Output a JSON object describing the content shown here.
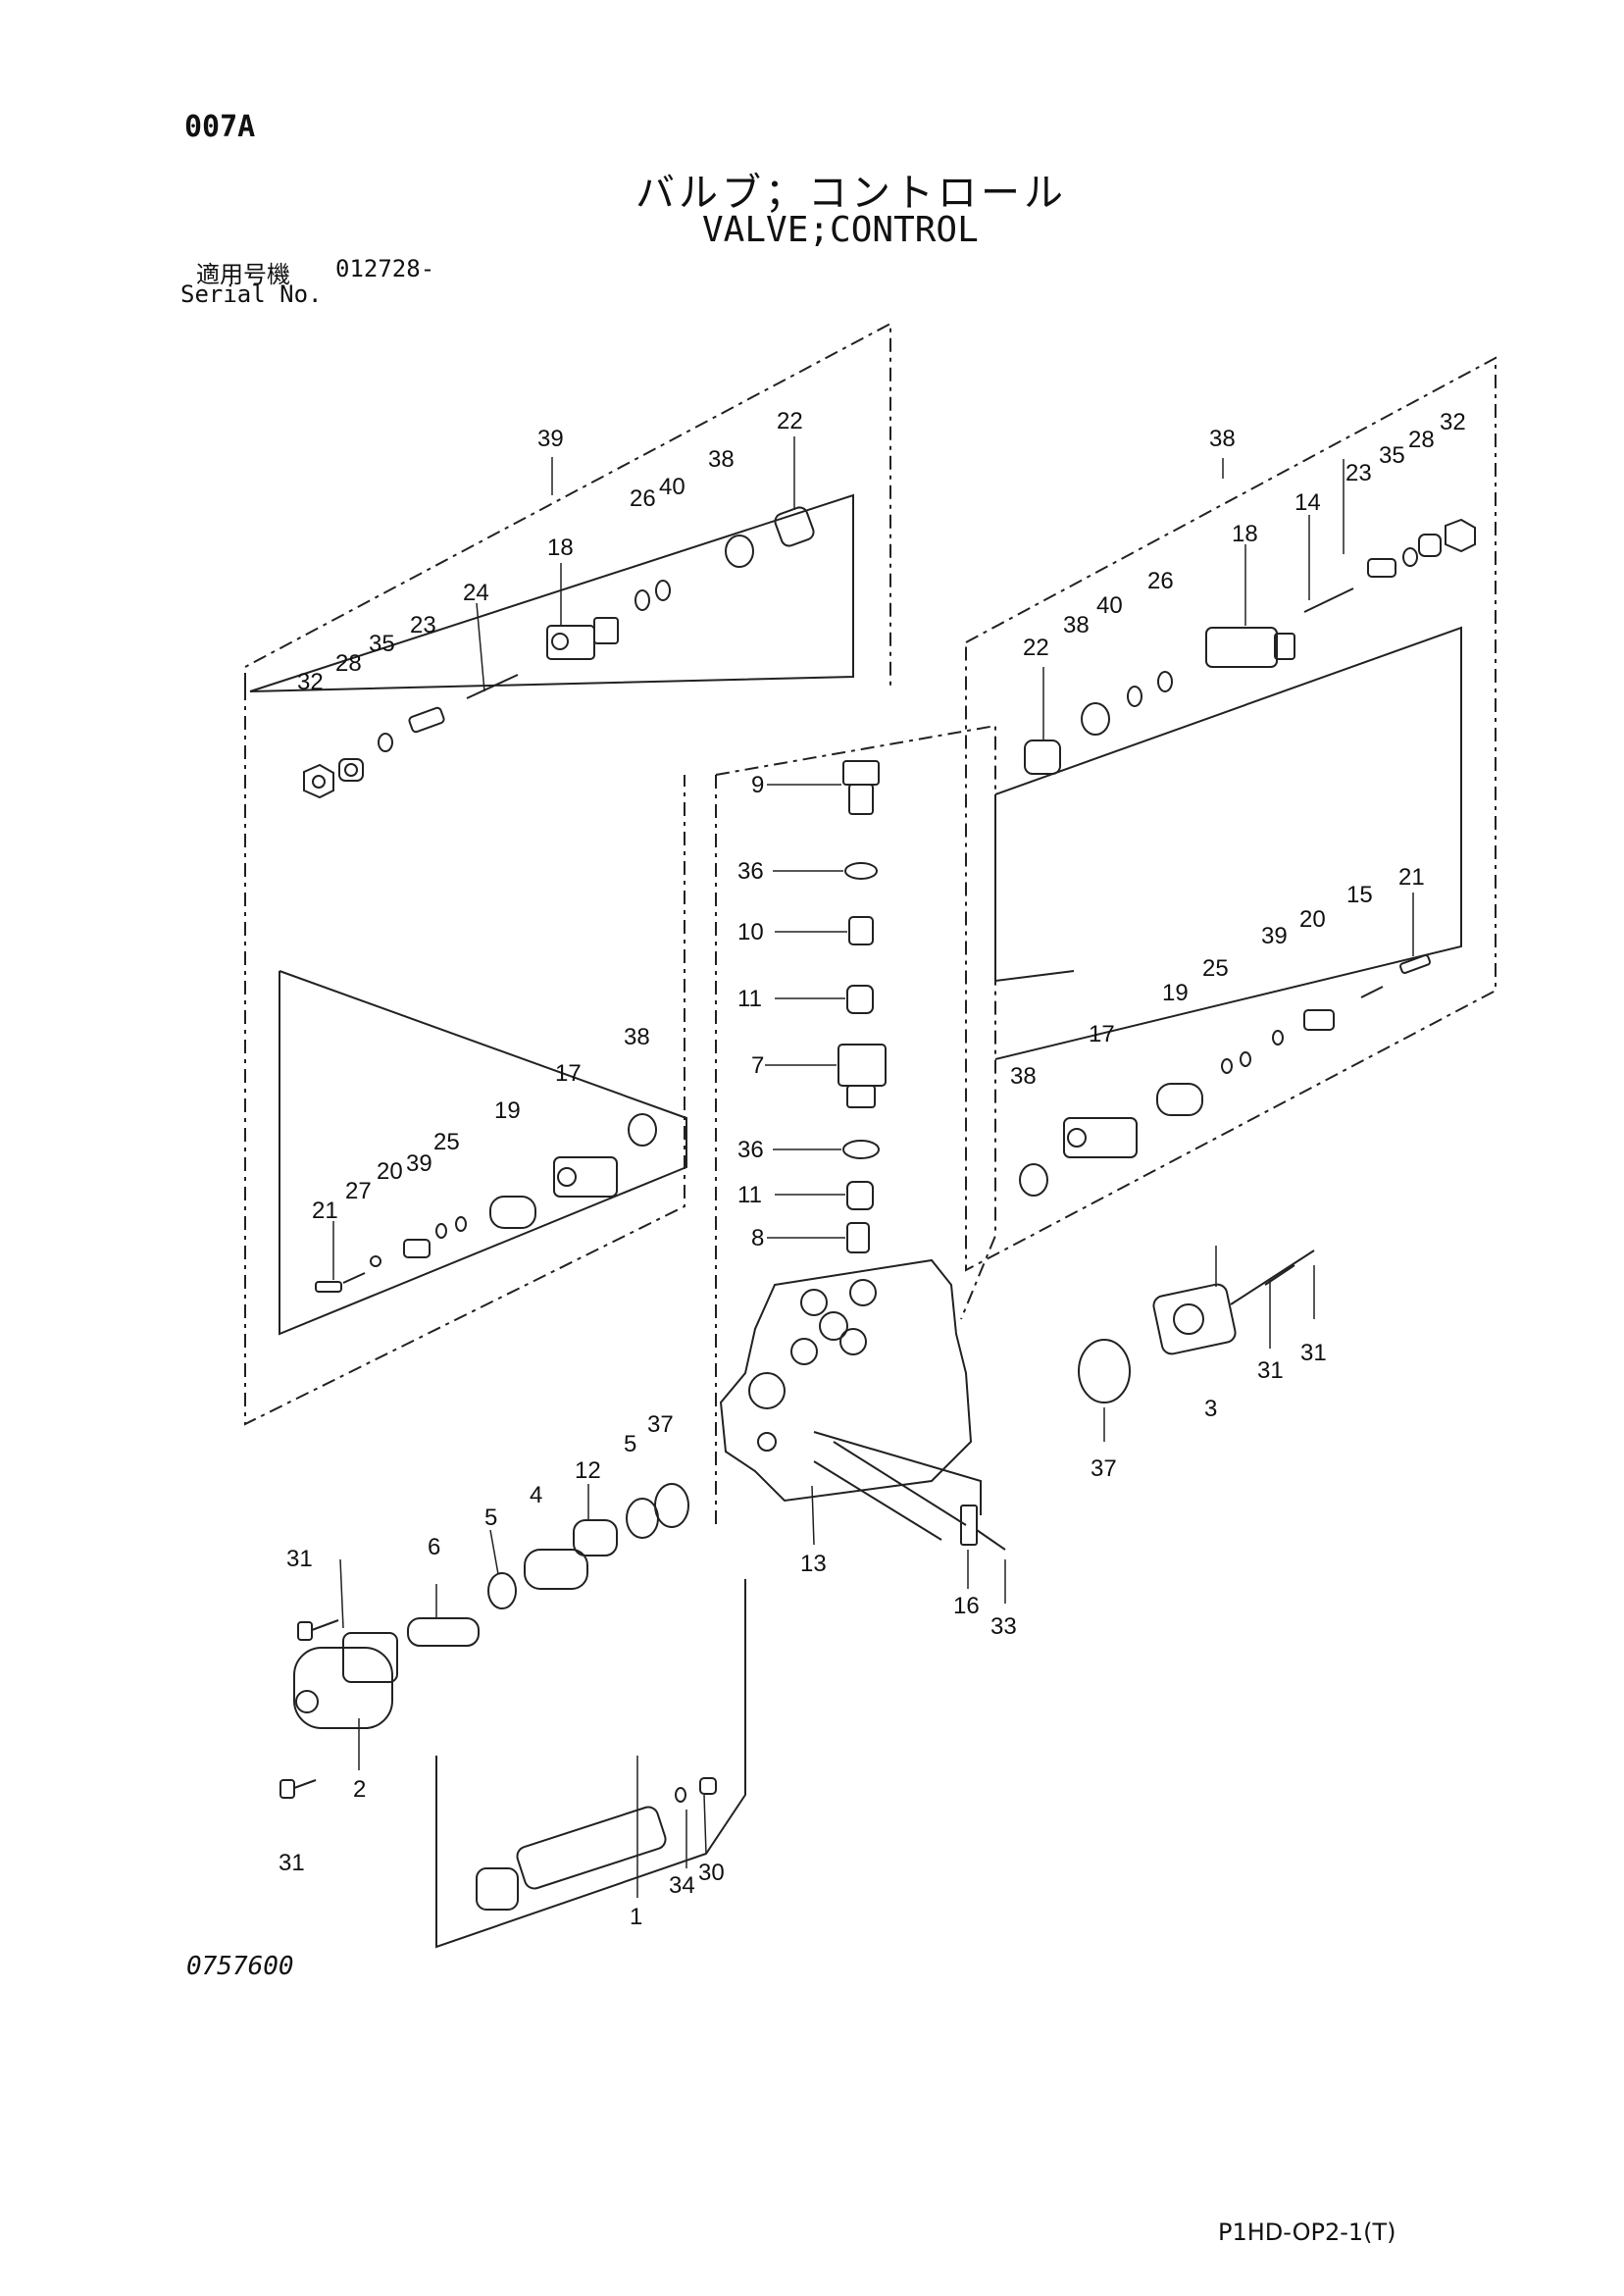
{
  "header": {
    "page_code": "007A",
    "title_jp": "バルブ；コントロール",
    "title_en": "VALVE;CONTROL",
    "serial_label_jp": "適用号機",
    "serial_value": "012728-",
    "serial_label_en": "Serial No."
  },
  "footer": {
    "drawing_number": "0757600",
    "sheet_code": "P1HD-OP2-1(T)"
  },
  "callouts": {
    "c1": "1",
    "c2": "2",
    "c3": "3",
    "c4": "4",
    "c5a": "5",
    "c5b": "5",
    "c6": "6",
    "c7": "7",
    "c8": "8",
    "c9": "9",
    "c10": "10",
    "c11a": "11",
    "c11b": "11",
    "c12": "12",
    "c13": "13",
    "c14": "14",
    "c15": "15",
    "c16": "16",
    "c17L": "17",
    "c17R": "17",
    "c18L": "18",
    "c18R": "18",
    "c19L": "19",
    "c19R": "19",
    "c20L": "20",
    "c20R": "20",
    "c21L": "21",
    "c21R": "21",
    "c22L": "22",
    "c22R": "22",
    "c23L": "23",
    "c23R": "23",
    "c24": "24",
    "c25L": "25",
    "c25R": "25",
    "c26L": "26",
    "c26R": "26",
    "c27": "27",
    "c28L": "28",
    "c28R": "28",
    "c30": "30",
    "c31a": "31",
    "c31b": "31",
    "c31c": "31",
    "c31d": "31",
    "c32L": "32",
    "c32R": "32",
    "c33": "33",
    "c34": "34",
    "c35L": "35",
    "c35R": "35",
    "c36a": "36",
    "c36b": "36",
    "c37a": "37",
    "c37b": "37",
    "c38L1": "38",
    "c38L2": "38",
    "c38R1": "38",
    "c38R2": "38",
    "c38R3": "38",
    "c39L1": "39",
    "c39L2": "39",
    "c39R": "39",
    "c40L": "40",
    "c40R": "40"
  }
}
